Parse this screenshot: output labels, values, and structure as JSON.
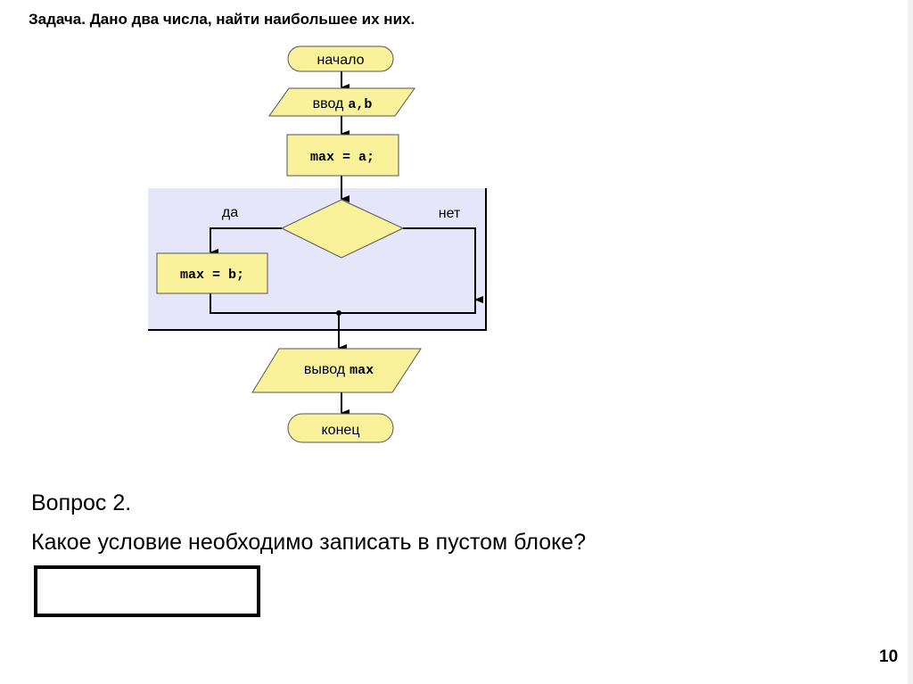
{
  "title": "Задача. Дано два числа, найти наибольшее их них.",
  "flowchart": {
    "start": "начало",
    "input_word": "ввод",
    "input_vars": "a,b",
    "assign_a": "max = a;",
    "condition": "",
    "yes_label": "да",
    "no_label": "нет",
    "assign_b": "max = b;",
    "output_word": "вывод",
    "output_var": "max",
    "end": "конец",
    "colors": {
      "block_fill": "#f9f29a",
      "highlight_bg": "#e6e6fa"
    }
  },
  "question": {
    "number": "Вопрос 2.",
    "text": "Какое условие необходимо записать в пустом блоке?",
    "answer": ""
  },
  "page_number": "10"
}
